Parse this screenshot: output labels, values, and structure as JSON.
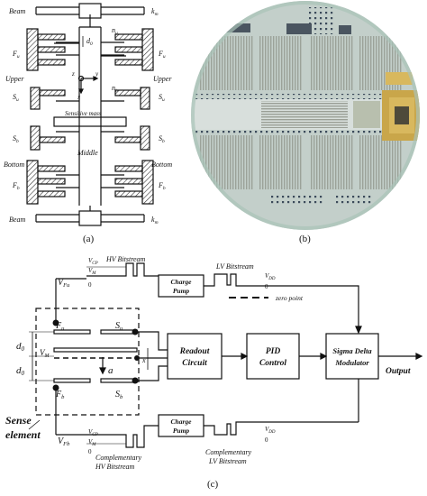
{
  "captions": {
    "a": "(a)",
    "b": "(b)",
    "c": "(c)"
  },
  "panel_a": {
    "beam_top": "Beam",
    "km_top": "k",
    "beam_bottom": "Beam",
    "km_bottom": "k",
    "km_sub": "m",
    "d0": "d",
    "d0_sub": "0",
    "nu": "n",
    "nu_sub": "u",
    "nb": "n",
    "nb_sub": "b",
    "Fu_left": "F",
    "Fu_right": "F",
    "Fu_sub": "u",
    "upper_left": "Upper",
    "upper_right": "Upper",
    "Su_left": "S",
    "Su_right": "S",
    "Su_sub": "u",
    "axis_y": "y",
    "axis_x": "x",
    "axis_z": "z",
    "sensitive_mass": "Sensitive mass",
    "Sb_left": "S",
    "Sb_right": "S",
    "Sb_sub": "b",
    "middle": "Middle",
    "bottom_left": "Bottom",
    "bottom_right": "Bottom",
    "Fb_left": "F",
    "Fb_right": "F",
    "Fb_sub": "b"
  },
  "panel_c": {
    "vcp_top": "V",
    "vcp_top_sub": "CP",
    "vm_top": "V",
    "vm_top_sub": "M",
    "zero_top_left": "0",
    "hv_bitstream": "HV Bitstream",
    "vfu": "V",
    "vfu_sub": "Fu",
    "charge_pump_top": [
      "Charge",
      "Pump"
    ],
    "lv_bitstream": "LV Bitstream",
    "vdd_top": "V",
    "vdd_top_sub": "DD",
    "zero_top_right": "0",
    "zero_point": "zero point",
    "Fu": "F",
    "Fu_sub": "u",
    "Su": "S",
    "Su_sub": "u",
    "d0_upper": "d",
    "d0_lower": "d",
    "d0_sub": "0",
    "VM": "V",
    "VM_sub": "M",
    "a": "a",
    "x": "x",
    "Fb": "F",
    "Fb_sub": "b",
    "Sb": "S",
    "Sb_sub": "b",
    "readout": [
      "Readout",
      "Circuit"
    ],
    "pid": [
      "PID",
      "Control"
    ],
    "sigma_delta": [
      "Sigma Delta",
      "Modulator"
    ],
    "output": "Output",
    "sense_element": [
      "Sense",
      "element"
    ],
    "vcp_bottom": "V",
    "vcp_bottom_sub": "CP",
    "vm_bottom": "V",
    "vm_bottom_sub": "M",
    "zero_bottom_left": "0",
    "comp_hv": [
      "Complementary",
      "HV Bitstream"
    ],
    "vfb": "V",
    "vfb_sub": "Fb",
    "charge_pump_bottom": [
      "Charge",
      "Pump"
    ],
    "vdd_bottom": "V",
    "vdd_bottom_sub": "DD",
    "zero_bottom_right": "0",
    "comp_lv": [
      "Complementary",
      "LV Bitstream"
    ]
  },
  "colors": {
    "ink": "#111111",
    "hatch": "#333333",
    "wafer_base": "#c9d3cf",
    "wafer_tint": "#b7c9c2"
  }
}
